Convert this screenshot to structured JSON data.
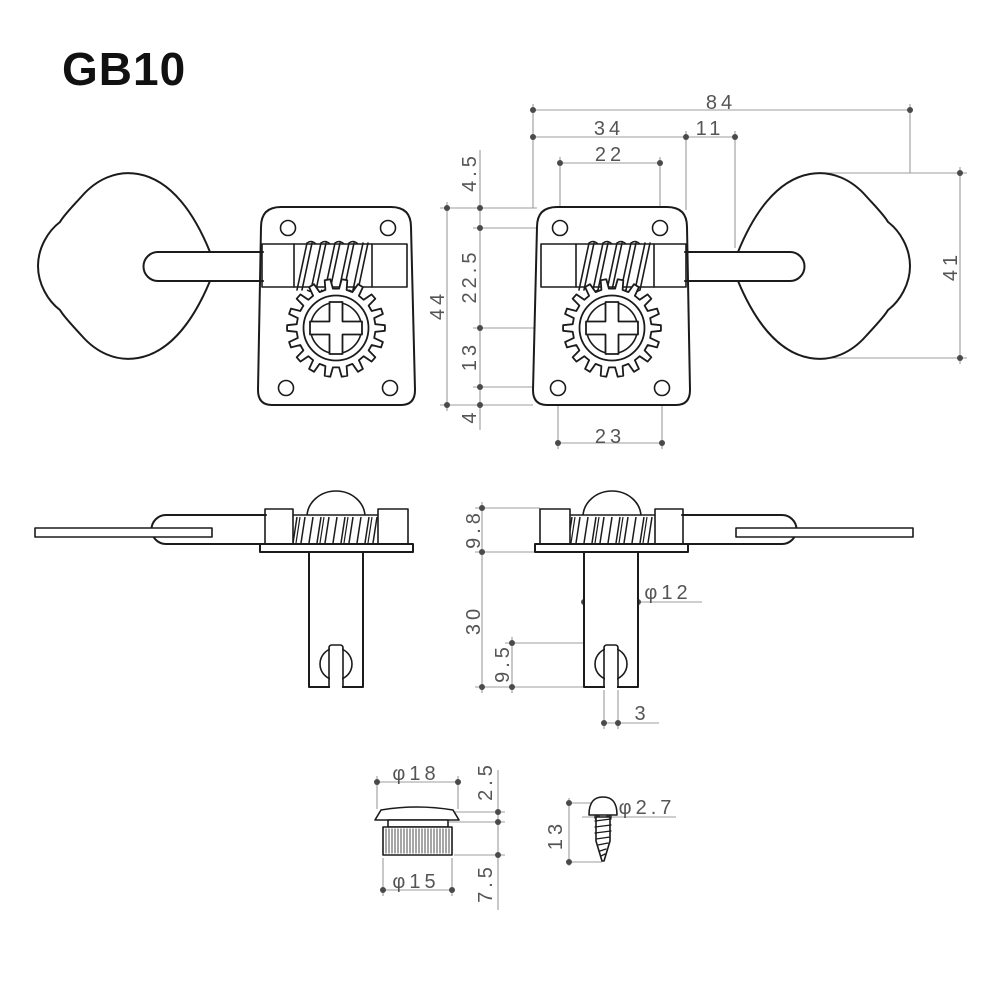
{
  "title": "GB10",
  "colors": {
    "outline": "#1b1b1b",
    "dimension_line": "#9c9c9c",
    "dimension_text": "#555555",
    "background": "#ffffff"
  },
  "front_view": {
    "dims": {
      "overall_length": "84",
      "plate_width": "34",
      "plate_to_key": "11",
      "top_hole_spacing": "22",
      "bottom_hole_spacing": "23",
      "plate_top_to_holes": "4.5",
      "holes_to_gear": "22.5",
      "gear_to_bottom_holes": "13",
      "bottom_holes_to_edge": "4",
      "plate_height": "44",
      "key_height": "41"
    }
  },
  "side_view": {
    "dims": {
      "housing_height": "9.8",
      "post_length": "30",
      "slot_depth": "9.5",
      "post_diameter": "φ12",
      "slot_width": "3"
    }
  },
  "bushing": {
    "dims": {
      "head_diameter": "φ18",
      "head_height": "2.5",
      "body_diameter": "φ15",
      "body_height": "7.5"
    }
  },
  "screw": {
    "dims": {
      "length": "13",
      "diameter": "φ2.7"
    }
  }
}
